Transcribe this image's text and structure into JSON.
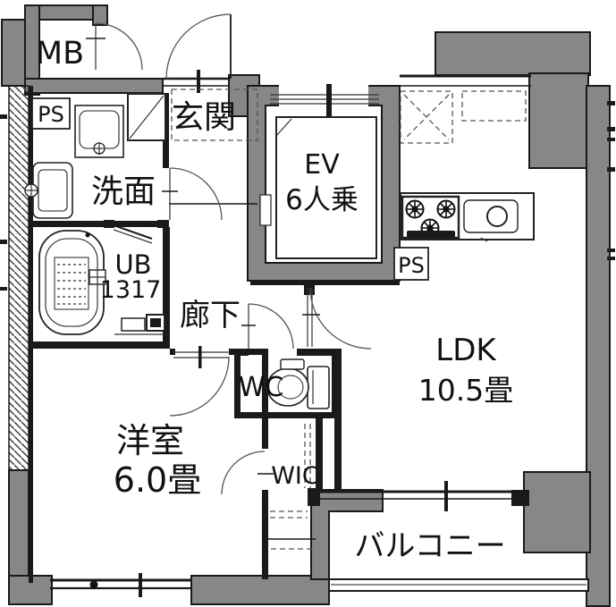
{
  "document": "apartment-floor-plan",
  "colors": {
    "wall_fill": "#878787",
    "line": "#1a1a1a",
    "background": "#ffffff"
  },
  "labels": {
    "meter_box": "MB",
    "pipe_space_left": "PS",
    "entrance": "玄関",
    "washroom": "洗面",
    "elevator_line1": "EV",
    "elevator_line2": "6人乗",
    "unit_bath_line1": "UB",
    "unit_bath_line2": "1317",
    "hallway": "廊下",
    "pipe_space_right": "PS",
    "toilet_room": "WC",
    "living_dining_kitchen_line1": "LDK",
    "living_dining_kitchen_line2": "10.5畳",
    "western_room_line1": "洋室",
    "western_room_line2": "6.0畳",
    "walk_in_closet": "WIC",
    "balcony": "バルコニー"
  }
}
